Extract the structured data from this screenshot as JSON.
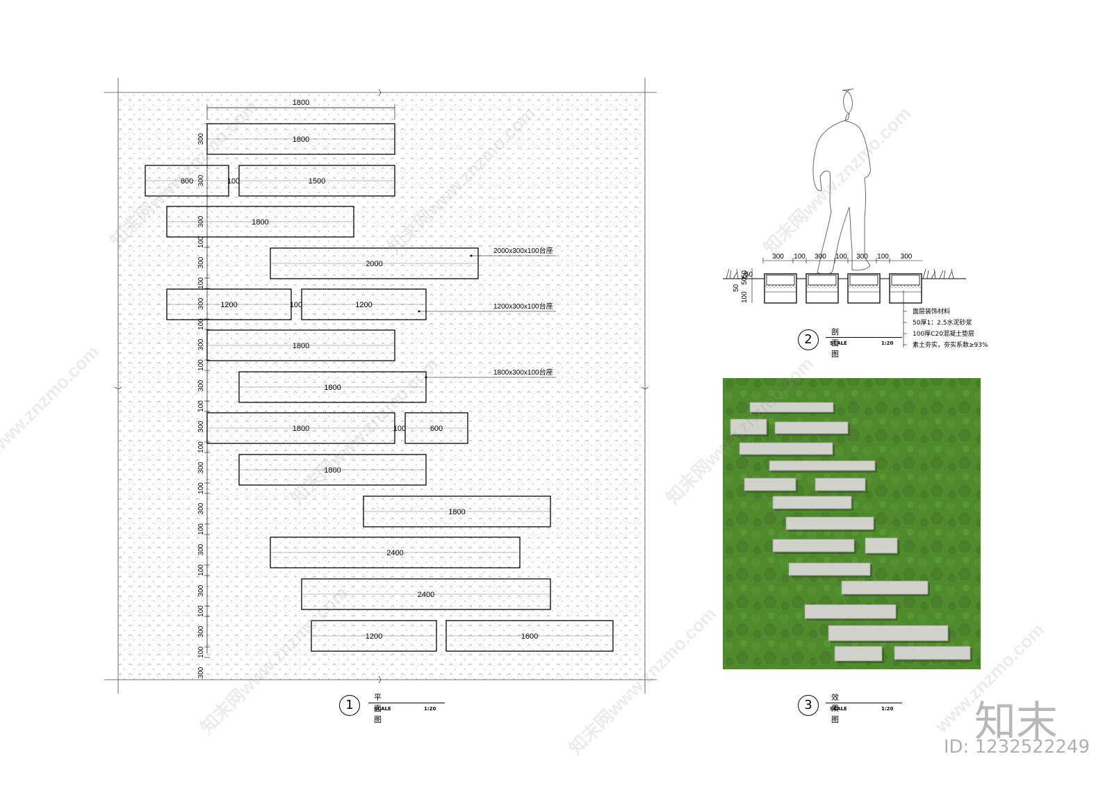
{
  "plan": {
    "top_dimension": "1800",
    "paver_labels": [
      "1800",
      "800",
      "1500",
      "1800",
      "2000",
      "1200",
      "1200",
      "1800",
      "1800",
      "1800",
      "600",
      "1800",
      "1800",
      "2400",
      "2400",
      "1200",
      "1600"
    ],
    "gap_labels": [
      "100",
      "100",
      "100"
    ],
    "left_dims": [
      "300",
      "300",
      "300",
      "100",
      "300",
      "100",
      "300",
      "100",
      "300",
      "100",
      "300",
      "100",
      "300",
      "100",
      "300",
      "100",
      "300",
      "100",
      "300",
      "100",
      "300",
      "100",
      "300",
      "100",
      "300"
    ],
    "callouts": [
      "2000x300x100台座",
      "1200x300x100台座",
      "1800x300x100台座"
    ],
    "title": {
      "number": "1",
      "name": "平面图",
      "scale_label": "SCALE",
      "ratio": "1:20"
    }
  },
  "section": {
    "top_dims": [
      "300",
      "100",
      "300",
      "100",
      "300",
      "100",
      "300"
    ],
    "side_dims": [
      "50",
      "50",
      "50",
      "100"
    ],
    "layers": [
      "面层装饰材料",
      "50厚1：2.5水泥砂浆",
      "100厚C20混凝土垫层",
      "素土夯实，夯实系数≥93%"
    ],
    "title": {
      "number": "2",
      "name": "剖面图",
      "scale_label": "SCALE",
      "ratio": "1:20"
    }
  },
  "render": {
    "title": {
      "number": "3",
      "name": "效果图",
      "scale_label": "SCALE",
      "ratio": "1:20"
    },
    "grass_color": "#4e8a2c",
    "stone_color": "#d2d2cc"
  },
  "watermark": {
    "site": "www.znzmo.com",
    "brand": "知末网"
  },
  "logo": {
    "text": "知末",
    "id": "ID: 1232522249"
  }
}
